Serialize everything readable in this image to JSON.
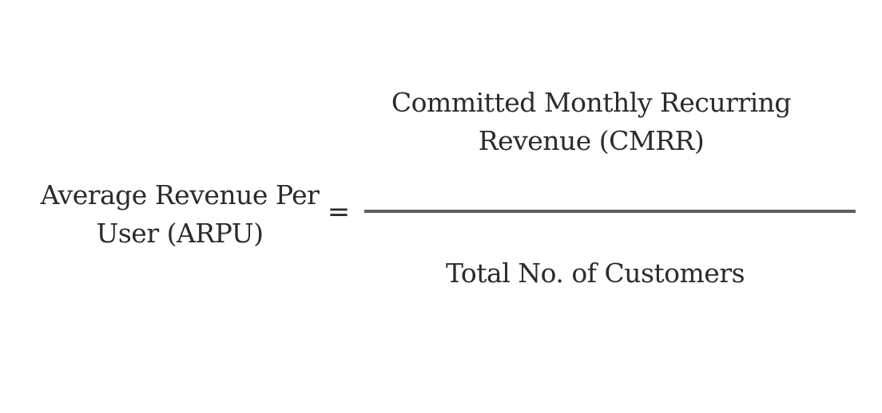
{
  "formula": {
    "lhs": {
      "line1": "Average Revenue Per",
      "line2": "User (ARPU)"
    },
    "operator": "=",
    "numerator": {
      "line1": "Committed Monthly Recurring",
      "line2": "Revenue (CMRR)"
    },
    "denominator": {
      "line1": "Total No. of Customers"
    }
  }
}
